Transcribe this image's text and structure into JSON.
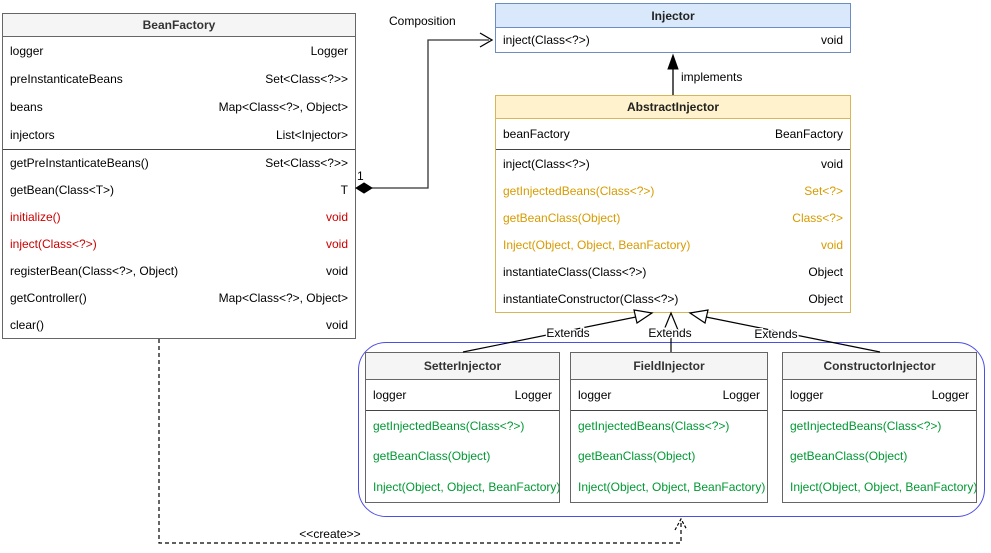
{
  "colors": {
    "gray_header": "#f5f5f5",
    "gray_border": "#666666",
    "blue_fill": "#dae8fc",
    "blue_border": "#6c8ebf",
    "yellow_fill": "#fff2cc",
    "yellow_border": "#d6b656",
    "container_border": "#4d4de8",
    "red": "#cc0000",
    "orange": "#d79b00",
    "green": "#009933",
    "edge": "#333333"
  },
  "classes": [
    {
      "title": "BeanFactory",
      "fields": [
        {
          "name": "logger",
          "type": "Logger"
        },
        {
          "name": "preInstanticateBeans",
          "type": "Set<Class<?>>"
        },
        {
          "name": "beans",
          "type": "Map<Class<?>, Object>"
        },
        {
          "name": "injectors",
          "type": "List<Injector>"
        }
      ],
      "methods": [
        {
          "name": "getPreInstanticateBeans()",
          "type": "Set<Class<?>>"
        },
        {
          "name": "getBean(Class<T>)",
          "type": "T"
        },
        {
          "name": "initialize()",
          "type": "void"
        },
        {
          "name": "inject(Class<?>)",
          "type": "void"
        },
        {
          "name": "registerBean(Class<?>, Object)",
          "type": "void"
        },
        {
          "name": "getController()",
          "type": "Map<Class<?>, Object>"
        },
        {
          "name": "clear()",
          "type": "void"
        }
      ]
    },
    {
      "title": "Injector",
      "methods": [
        {
          "name": "inject(Class<?>)",
          "type": "void"
        }
      ]
    },
    {
      "title": "AbstractInjector",
      "fields": [
        {
          "name": "beanFactory",
          "type": "BeanFactory"
        }
      ],
      "methods": [
        {
          "name": "inject(Class<?>)",
          "type": "void"
        },
        {
          "name": "getInjectedBeans(Class<?>)",
          "type": "Set<?>"
        },
        {
          "name": "getBeanClass(Object)",
          "type": "Class<?>"
        },
        {
          "name": "Inject(Object, Object, BeanFactory)",
          "type": "void"
        },
        {
          "name": "instantiateClass(Class<?>)",
          "type": "Object"
        },
        {
          "name": "instantiateConstructor(Class<?>)",
          "type": "Object"
        }
      ]
    },
    {
      "title": "SetterInjector",
      "fields": [
        {
          "name": "logger",
          "type": "Logger"
        }
      ],
      "methods": [
        {
          "name": "getInjectedBeans(Class<?>)",
          "type": ""
        },
        {
          "name": "getBeanClass(Object)",
          "type": ""
        },
        {
          "name": "Inject(Object, Object, BeanFactory)",
          "type": ""
        }
      ]
    },
    {
      "title": "FieldInjector",
      "fields": [
        {
          "name": "logger",
          "type": "Logger"
        }
      ],
      "methods": [
        {
          "name": "getInjectedBeans(Class<?>)",
          "type": ""
        },
        {
          "name": "getBeanClass(Object)",
          "type": ""
        },
        {
          "name": "Inject(Object, Object, BeanFactory)",
          "type": ""
        }
      ]
    },
    {
      "title": "ConstructorInjector",
      "fields": [
        {
          "name": "logger",
          "type": "Logger"
        }
      ],
      "methods": [
        {
          "name": "getInjectedBeans(Class<?>)",
          "type": ""
        },
        {
          "name": "getBeanClass(Object)",
          "type": ""
        },
        {
          "name": "Inject(Object, Object, BeanFactory)",
          "type": ""
        }
      ]
    }
  ],
  "labels": {
    "composition": "Composition",
    "multiplicity_one": "1",
    "implements": "implements",
    "extends_left": "Extends",
    "extends_center": "Extends",
    "extends_right": "Extends",
    "create": "<<create>>"
  }
}
